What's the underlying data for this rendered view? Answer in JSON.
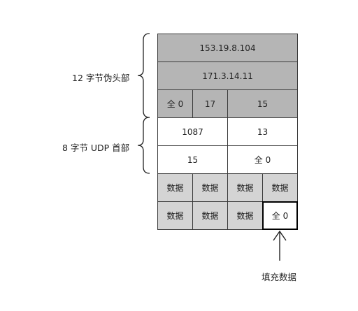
{
  "pseudo_header": {
    "label": "12 字节伪头部",
    "source_ip": "153.19.8.104",
    "dest_ip": "171.3.14.11",
    "zero": "全 0",
    "protocol": "17",
    "udp_length": "15"
  },
  "udp_header": {
    "label": "8 字节 UDP 首部",
    "source_port": "1087",
    "dest_port": "13",
    "length": "15",
    "checksum": "全 0"
  },
  "data": {
    "row1": [
      "数据",
      "数据",
      "数据",
      "数据"
    ],
    "row2": [
      "数据",
      "数据",
      "数据"
    ],
    "padding_cell": "全 0"
  },
  "annotation": {
    "padding_label": "填充数据"
  }
}
